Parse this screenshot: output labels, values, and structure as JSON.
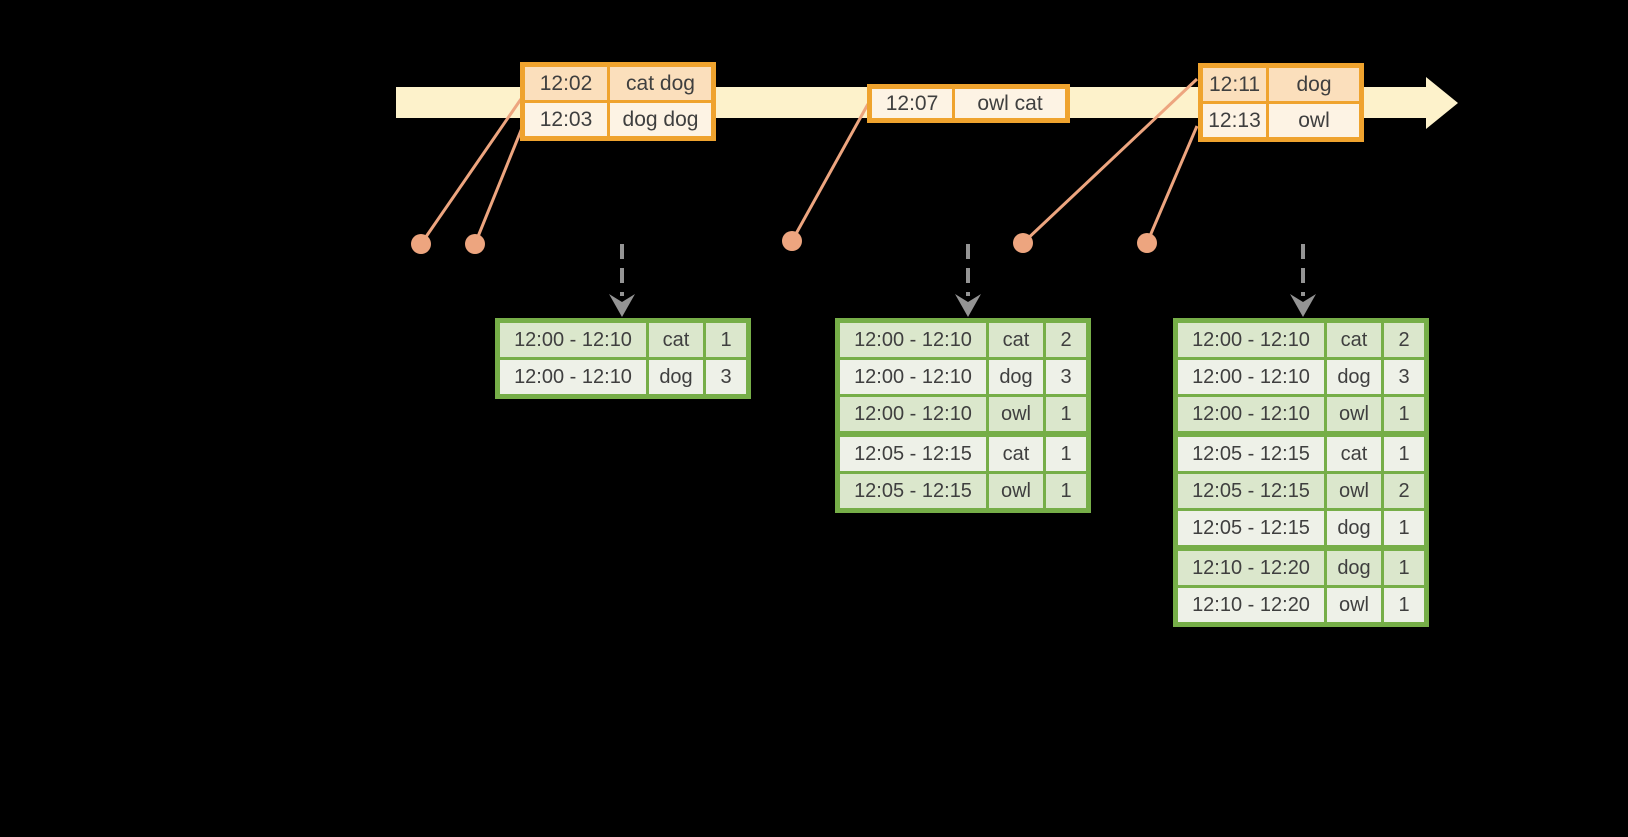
{
  "diagram": {
    "kind": "sliding-window-word-count-timeline",
    "colors": {
      "background": "#000000",
      "timeline_fill": "#fdf2cb",
      "event_border": "#efa32e",
      "event_row_peach": "#fbdfbc",
      "event_row_cream": "#fdf3e4",
      "connector": "#eda57f",
      "trigger_arrow": "#949494",
      "result_border": "#76ae48",
      "result_row_green": "#dbe7cc",
      "result_row_cream": "#eef1e8",
      "text": "#3f3f3f"
    },
    "event_tables": [
      {
        "name": "events-12-02-12-03",
        "rows": [
          {
            "time": "12:02",
            "words": "cat dog"
          },
          {
            "time": "12:03",
            "words": "dog dog"
          }
        ]
      },
      {
        "name": "events-12-07",
        "rows": [
          {
            "time": "12:07",
            "words": "owl cat"
          }
        ]
      },
      {
        "name": "events-12-11-12-13",
        "rows": [
          {
            "time": "12:11",
            "words": "dog"
          },
          {
            "time": "12:13",
            "words": "owl"
          }
        ]
      }
    ],
    "result_tables": [
      {
        "name": "result-table-after-trigger-1",
        "rows": [
          {
            "window": "12:00 - 12:10",
            "word": "cat",
            "count": "1"
          },
          {
            "window": "12:00 - 12:10",
            "word": "dog",
            "count": "3"
          }
        ]
      },
      {
        "name": "result-table-after-trigger-2",
        "rows": [
          {
            "window": "12:00 - 12:10",
            "word": "cat",
            "count": "2"
          },
          {
            "window": "12:00 - 12:10",
            "word": "dog",
            "count": "3"
          },
          {
            "window": "12:00 - 12:10",
            "word": "owl",
            "count": "1"
          },
          {
            "window": "12:05 - 12:15",
            "word": "cat",
            "count": "1"
          },
          {
            "window": "12:05 - 12:15",
            "word": "owl",
            "count": "1"
          }
        ]
      },
      {
        "name": "result-table-after-trigger-3",
        "rows": [
          {
            "window": "12:00 - 12:10",
            "word": "cat",
            "count": "2"
          },
          {
            "window": "12:00 - 12:10",
            "word": "dog",
            "count": "3"
          },
          {
            "window": "12:00 - 12:10",
            "word": "owl",
            "count": "1"
          },
          {
            "window": "12:05 - 12:15",
            "word": "cat",
            "count": "1"
          },
          {
            "window": "12:05 - 12:15",
            "word": "owl",
            "count": "2"
          },
          {
            "window": "12:05 - 12:15",
            "word": "dog",
            "count": "1"
          },
          {
            "window": "12:10 - 12:20",
            "word": "dog",
            "count": "1"
          },
          {
            "window": "12:10 - 12:20",
            "word": "owl",
            "count": "1"
          }
        ]
      }
    ]
  }
}
